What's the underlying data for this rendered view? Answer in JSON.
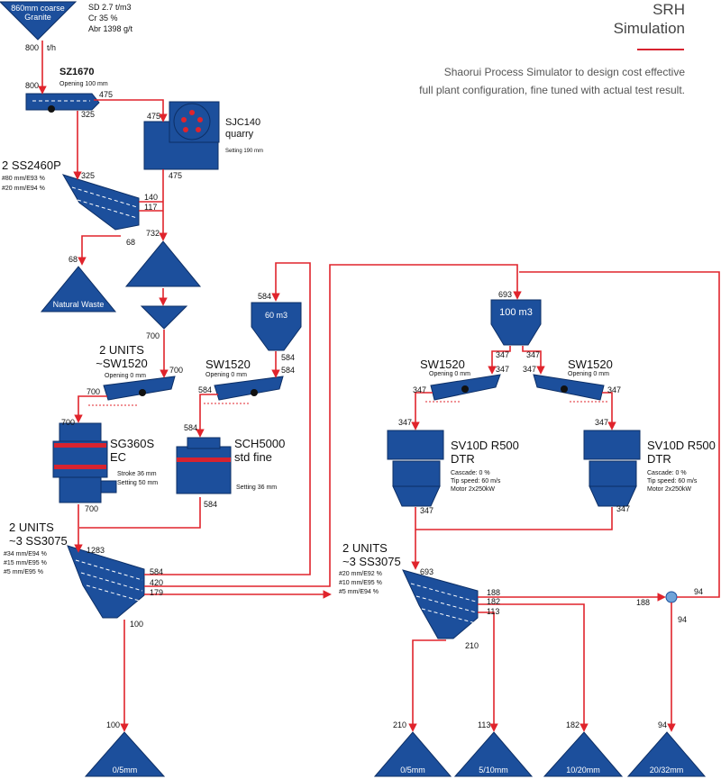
{
  "header": {
    "title_line1": "SRH",
    "title_line2": "Simulation",
    "desc_line1": "Shaorui Process Simulator to design cost effective",
    "desc_line2": "full plant configuration, fine tuned with actual test result.",
    "accent_color": "#d7232f"
  },
  "colors": {
    "equipment": "#1c4f9c",
    "flow": "#e0242c"
  },
  "feed": {
    "label_line1": "860mm coarse",
    "label_line2": "Granite",
    "sd": "SD 2.7  t/m3",
    "cr": "Cr 35 %",
    "abr": "Abr 1398 g/t",
    "rate": "800",
    "unit": "t/h"
  },
  "grizzly": {
    "name": "SZ1670",
    "opening": "Opening 100 mm",
    "in": "800",
    "out_over": "475",
    "out_under": "325"
  },
  "jaw": {
    "name_line1": "SJC140",
    "name_line2": "quarry",
    "setting": "Setting 190 mm",
    "in": "475",
    "out": "475"
  },
  "screen1": {
    "name": "2 SS2460P",
    "deck1": "#80  mm/E93  %",
    "deck2": "#20  mm/E94  %",
    "in": "325",
    "out1": "140",
    "out2": "117",
    "out3": "68"
  },
  "waste": {
    "flow": "68",
    "label": "Natural Waste"
  },
  "stockpile1": {
    "in": "732"
  },
  "feeder1": {
    "out": "700"
  },
  "bin1": {
    "in": "584",
    "label": "60 m3",
    "out": "584"
  },
  "sw_left": {
    "name_line1": "2 UNITS",
    "name_line2": "~SW1520",
    "opening": "Opening 0 mm",
    "in": "700",
    "out": "700"
  },
  "sw_mid": {
    "name": "SW1520",
    "opening": "Opening 0 mm",
    "in": "584",
    "out": "584"
  },
  "cone1": {
    "name_line1": "SG360S",
    "name_line2": "EC",
    "stroke": "Stroke 36 mm",
    "setting": "Setting 50 mm",
    "in": "700",
    "out": "700"
  },
  "cone2": {
    "name_line1": "SCH5000",
    "name_line2": "std fine",
    "setting": "Setting 36 mm",
    "in": "584",
    "out": "584"
  },
  "screen2": {
    "name_line1": "2 UNITS",
    "name_line2": "~3 SS3075",
    "deck1": "#34  mm/E94  %",
    "deck2": "#15  mm/E95  %",
    "deck3": "#5  mm/E95  %",
    "in": "1283",
    "out1": "584",
    "out2": "420",
    "out3": "179",
    "out4": "100"
  },
  "product1": {
    "flow": "100",
    "label": "0/5mm"
  },
  "bin2": {
    "in": "693",
    "label": "100 m3",
    "out_left": "347",
    "out_right": "347"
  },
  "sw_r1": {
    "name": "SW1520",
    "opening": "Opening 0 mm",
    "in": "347",
    "out": "347"
  },
  "sw_r2": {
    "name": "SW1520",
    "opening": "Opening 0 mm",
    "in": "347",
    "out": "347"
  },
  "vsi1": {
    "name_line1": "SV10D R500",
    "name_line2": "DTR",
    "cascade": "Cascade: 0 %",
    "tip": "Tip speed: 60 m/s",
    "motor": "Motor 2x250kW",
    "in": "347",
    "out": "347"
  },
  "vsi2": {
    "name_line1": "SV10D R500",
    "name_line2": "DTR",
    "cascade": "Cascade: 0 %",
    "tip": "Tip speed: 60 m/s",
    "motor": "Motor 2x250kW",
    "in": "347",
    "out": "347"
  },
  "screen3": {
    "name_line1": "2 UNITS",
    "name_line2": "~3 SS3075",
    "deck1": "#20  mm/E92  %",
    "deck2": "#10  mm/E95  %",
    "deck3": "#5  mm/E94  %",
    "in": "693",
    "out1": "188",
    "out2": "182",
    "out3": "113",
    "out4": "210"
  },
  "splitter": {
    "in": "188",
    "out_recycle": "94",
    "out_product": "94"
  },
  "products": [
    {
      "flow": "210",
      "label": "0/5mm"
    },
    {
      "flow": "113",
      "label": "5/10mm"
    },
    {
      "flow": "182",
      "label": "10/20mm"
    },
    {
      "flow": "94",
      "label": "20/32mm"
    }
  ]
}
